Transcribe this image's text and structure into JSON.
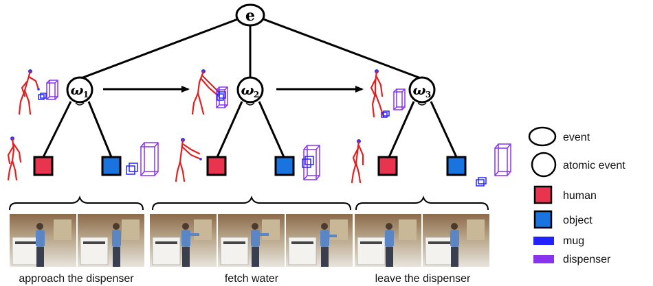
{
  "diagram": {
    "root": {
      "label": "e"
    },
    "atomic_events": [
      {
        "symbol": "ω",
        "subscript": "1"
      },
      {
        "symbol": "ω",
        "subscript": "2"
      },
      {
        "symbol": "ω",
        "subscript": "3"
      }
    ],
    "captions": [
      "approach the dispenser",
      "fetch water",
      "leave the dispenser"
    ]
  },
  "legend": {
    "items": [
      {
        "shape": "ellipse",
        "label": "event"
      },
      {
        "shape": "circle",
        "label": "atomic event"
      },
      {
        "shape": "square",
        "label": "human",
        "color": "#e8344e"
      },
      {
        "shape": "square",
        "label": "object",
        "color": "#1a74e0"
      },
      {
        "shape": "bar",
        "label": "mug",
        "color": "#2222ff"
      },
      {
        "shape": "bar",
        "label": "dispenser",
        "color": "#8833ee"
      }
    ]
  },
  "colors": {
    "human": "#e8344e",
    "object": "#1a74e0",
    "mug": "#2222ff",
    "dispenser": "#8833ee",
    "skeleton": "#e02020",
    "photo_wall": "#9a7a5a",
    "photo_shirt": "#5b86c6"
  }
}
